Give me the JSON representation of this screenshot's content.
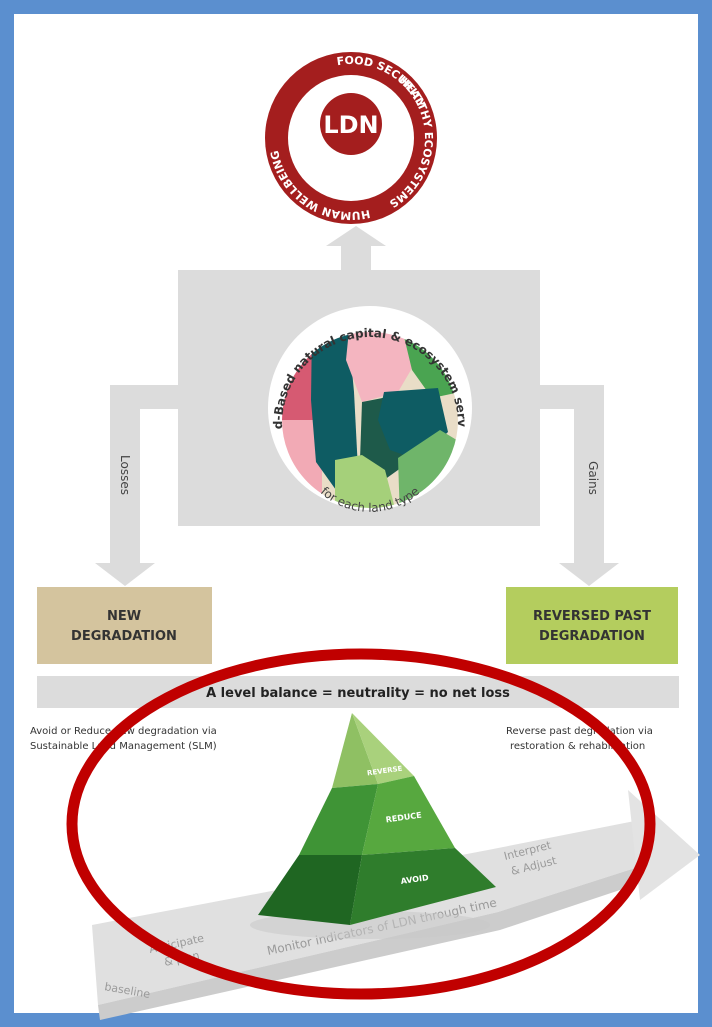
{
  "goal": {
    "center_label": "LDN",
    "ring_labels": [
      "FOOD SECURITY",
      "HEALTHY ECOSYSTEMS",
      "HUMAN WELLBEING"
    ]
  },
  "capital": {
    "arc_top": "Land-Based natural capital & ecosystem services",
    "arc_bottom": "for each land type"
  },
  "flows": {
    "losses_label": "Losses",
    "gains_label": "Gains"
  },
  "boxes": {
    "new_degradation_line1": "NEW",
    "new_degradation_line2": "DEGRADATION",
    "reversed_line1": "REVERSED PAST",
    "reversed_line2": "DEGRADATION"
  },
  "balance_bar": "A level balance = neutrality = no net loss",
  "notes": {
    "left_line1": "Avoid or Reduce new degradation via",
    "left_line2": "Sustainable Land Management (SLM)",
    "right_line1": "Reverse past degradation via",
    "right_line2": "restoration & rehabilitation"
  },
  "pyramid": {
    "tiers": [
      "REVERSE",
      "REDUCE",
      "AVOID"
    ]
  },
  "timeline": {
    "baseline": "baseline",
    "anticipate_line1": "Anticipate",
    "anticipate_line2": "& plan",
    "monitor": "Monitor indicators of LDN through time",
    "interpret_line1": "Interpret",
    "interpret_line2": "& Adjust"
  },
  "colors": {
    "frame": "#5b8fcf",
    "ring": "#a41e1e",
    "flow_gray": "#dcdcdc",
    "new_box": "#d4c49e",
    "reversed_box": "#b4cd5e",
    "pyramid_top": "#a9d17c",
    "pyramid_mid": "#57a83f",
    "pyramid_bottom": "#2f7d2c",
    "ellipse": "#c00000"
  }
}
